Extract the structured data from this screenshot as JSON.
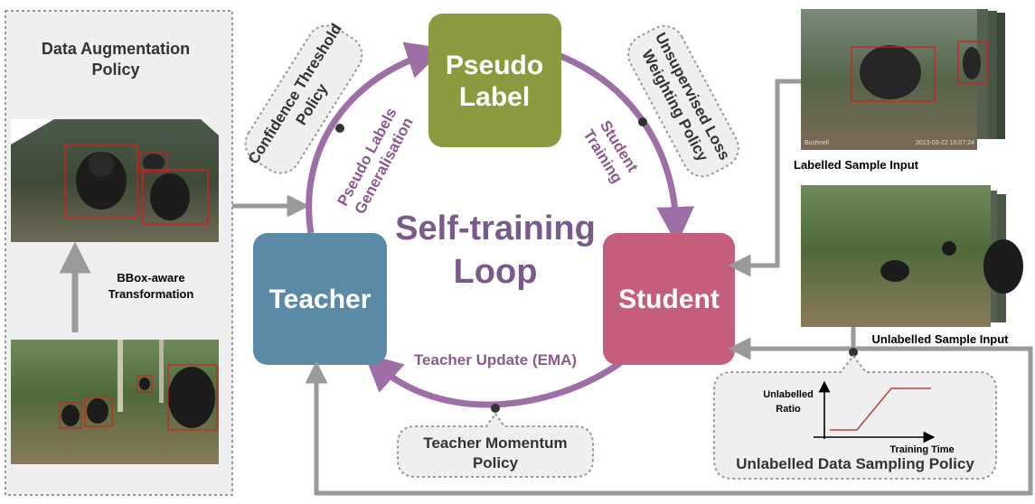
{
  "left_panel": {
    "title_line1": "Data Augmentation",
    "title_line2": "Policy",
    "transform_label_line1": "BBox-aware",
    "transform_label_line2": "Transformation"
  },
  "loop": {
    "title_line1": "Self-training",
    "title_line2": "Loop"
  },
  "nodes": {
    "pseudo_label_line1": "Pseudo",
    "pseudo_label_line2": "Label",
    "teacher": "Teacher",
    "student": "Student"
  },
  "edges": {
    "pseudo_gen_line1": "Pseudo Labels",
    "pseudo_gen_line2": "Generalisation",
    "student_training_line1": "Student",
    "student_training_line2": "Training",
    "teacher_update": "Teacher Update (EMA)"
  },
  "policies": {
    "confidence_line1": "Confidence Threshold",
    "confidence_line2": "Policy",
    "unsup_line1": "Unsupervised Loss",
    "unsup_line2": "Weighting Policy",
    "momentum_line1": "Teacher Momentum",
    "momentum_line2": "Policy",
    "sampling": "Unlabelled Data Sampling Policy"
  },
  "inputs": {
    "labelled": "Labelled Sample Input",
    "unlabelled": "Unlabelled Sample Input"
  },
  "sampling_graph": {
    "ylabel_line1": "Unlabelled",
    "ylabel_line2": "Ratio",
    "xlabel": "Training Time"
  },
  "photo_overlay": {
    "camera_text": "Bushnell",
    "timestamp": "2013-03-22 15:07:24"
  },
  "colors": {
    "pseudo_label": "#8a9a3f",
    "teacher": "#5b8aa6",
    "student": "#c45e7a",
    "loop_arrow": "#9e6fa6",
    "flow_arrow": "#9a9a9a",
    "bbox": "#d02020"
  }
}
